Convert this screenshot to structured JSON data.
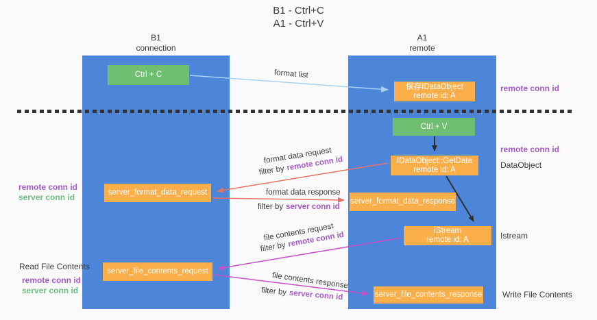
{
  "title": {
    "line1": "B1 - Ctrl+C",
    "line2": "A1 - Ctrl+V"
  },
  "lifelines": {
    "left": {
      "name": "B1",
      "role": "connection"
    },
    "right": {
      "name": "A1",
      "role": "remote"
    }
  },
  "boxes": {
    "ctrl_c": {
      "label": "Ctrl + C"
    },
    "save_dataobject": {
      "line1": "保存IDataObject",
      "line2": "remote id: A"
    },
    "ctrl_v": {
      "label": "Ctrl + V"
    },
    "getdata": {
      "line1": "IDataObject::GetData",
      "line2": "remote id: A"
    },
    "format_request": {
      "label": "server_format_data_request"
    },
    "format_response": {
      "label": "server_format_data_response"
    },
    "istream": {
      "line1": "IStream",
      "line2": "remote id: A"
    },
    "file_request": {
      "label": "server_file_contents_request"
    },
    "file_response": {
      "label": "server_file_contents_response"
    }
  },
  "arrows": {
    "format_list": {
      "label": "format list"
    },
    "format_data_request": {
      "label": "format data request",
      "filter_prefix": "filter by",
      "filter_key": "remote conn id"
    },
    "format_data_response": {
      "label": "format data response",
      "filter_prefix": "filter by",
      "filter_key": "server conn id"
    },
    "file_contents_request": {
      "label": "file contents request",
      "filter_prefix": "filter by",
      "filter_key": "remote conn id"
    },
    "file_contents_response": {
      "label": "file contents response",
      "filter_prefix": "filter by",
      "filter_key": "server conn id"
    }
  },
  "annotations": {
    "right_remote_conn_top": "remote conn id",
    "right_remote_conn_mid": "remote conn id",
    "right_dataobject": "DataObject",
    "right_istream": "Istream",
    "right_write_file": "Write File Contents",
    "left_remote_conn_1": "remote conn id",
    "left_server_conn_1": "server conn id",
    "left_read_file": "Read File Contents",
    "left_remote_conn_2": "remote conn id",
    "left_server_conn_2": "server conn id"
  },
  "colors": {
    "column_blue": "#4d86d8",
    "box_green": "#6fbe72",
    "box_orange": "#fbaf4a",
    "purple": "#a55bc5",
    "green_text": "#6fbe83",
    "arrow_red": "#e97065",
    "arrow_magenta": "#c751c7",
    "arrow_lightblue": "#a8d2ef",
    "arrow_black": "#2f2f2f"
  }
}
